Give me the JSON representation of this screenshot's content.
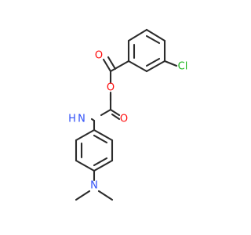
{
  "atoms": {
    "carbonyl_o_ester": "O",
    "ester_o": "O",
    "chlorine": "Cl",
    "amide_n": "N",
    "amide_h": "H",
    "amide_o": "O",
    "dimethyl_n": "N"
  },
  "colors": {
    "oxygen": "#ff0d0d",
    "nitrogen": "#3050f8",
    "chlorine": "#1fb51f",
    "hydrogen": "#3050f8",
    "bond": "#2b2b2b"
  }
}
